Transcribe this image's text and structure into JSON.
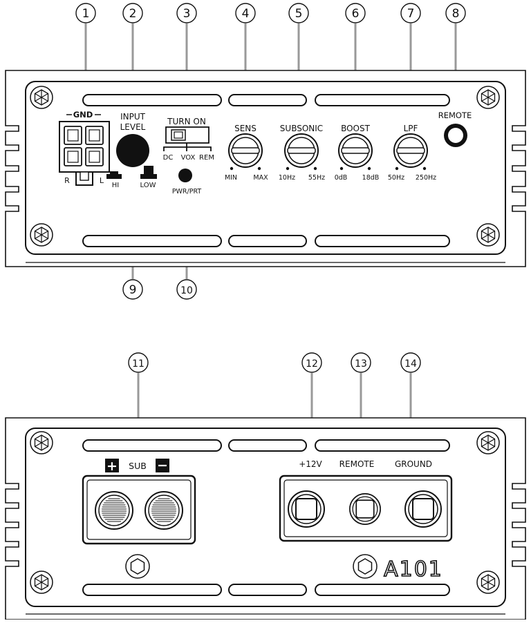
{
  "callouts": [
    "1",
    "2",
    "3",
    "4",
    "5",
    "6",
    "7",
    "8",
    "9",
    "10",
    "11",
    "12",
    "13",
    "14"
  ],
  "front": {
    "gnd": "GND",
    "input_level": [
      "INPUT",
      "LEVEL"
    ],
    "turn_on": "TURN ON",
    "turn_on_modes": [
      "DC",
      "VOX",
      "REM"
    ],
    "r": "R",
    "l": "L",
    "hi": "HI",
    "low": "LOW",
    "pwr_prt": "PWR/PRT",
    "remote": "REMOTE",
    "knobs": [
      {
        "label": "SENS",
        "min": "MIN",
        "max": "MAX"
      },
      {
        "label": "SUBSONIC",
        "min": "10Hz",
        "max": "55Hz"
      },
      {
        "label": "BOOST",
        "min": "0dB",
        "max": "18dB"
      },
      {
        "label": "LPF",
        "min": "50Hz",
        "max": "250Hz"
      }
    ]
  },
  "rear": {
    "sub": "SUB",
    "plus": "+",
    "minus": "−",
    "power_labels": [
      "+12V",
      "REMOTE",
      "GROUND"
    ],
    "model": "A101"
  }
}
